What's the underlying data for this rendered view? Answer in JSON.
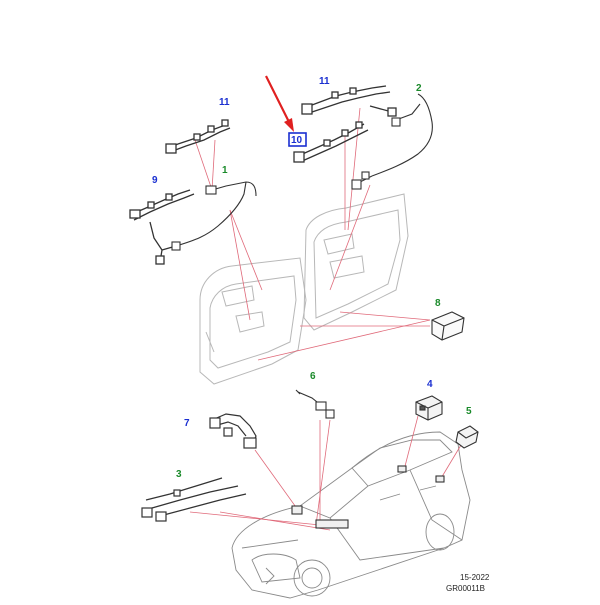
{
  "callouts": [
    {
      "label": "11",
      "color": "#1a2fd1"
    },
    {
      "label": "2",
      "color": "#1a8a2a"
    },
    {
      "label": "10",
      "color": "#1a2fd1"
    },
    {
      "label": "11",
      "color": "#1a2fd1"
    },
    {
      "label": "9",
      "color": "#1a2fd1"
    },
    {
      "label": "1",
      "color": "#1a8a2a"
    },
    {
      "label": "8",
      "color": "#1a8a2a"
    },
    {
      "label": "6",
      "color": "#1a8a2a"
    },
    {
      "label": "4",
      "color": "#1a2fd1"
    },
    {
      "label": "7",
      "color": "#1a2fd1"
    },
    {
      "label": "5",
      "color": "#1a8a2a"
    },
    {
      "label": "3",
      "color": "#1a8a2a"
    }
  ],
  "footer": {
    "date": "15-2022",
    "code": "GR00011B"
  },
  "colors": {
    "leader": "#e06a7a",
    "arrow": "#e02020",
    "part": "#333333",
    "ghost": "#bdbdbd",
    "highlight_box": "#1a2fd1"
  }
}
